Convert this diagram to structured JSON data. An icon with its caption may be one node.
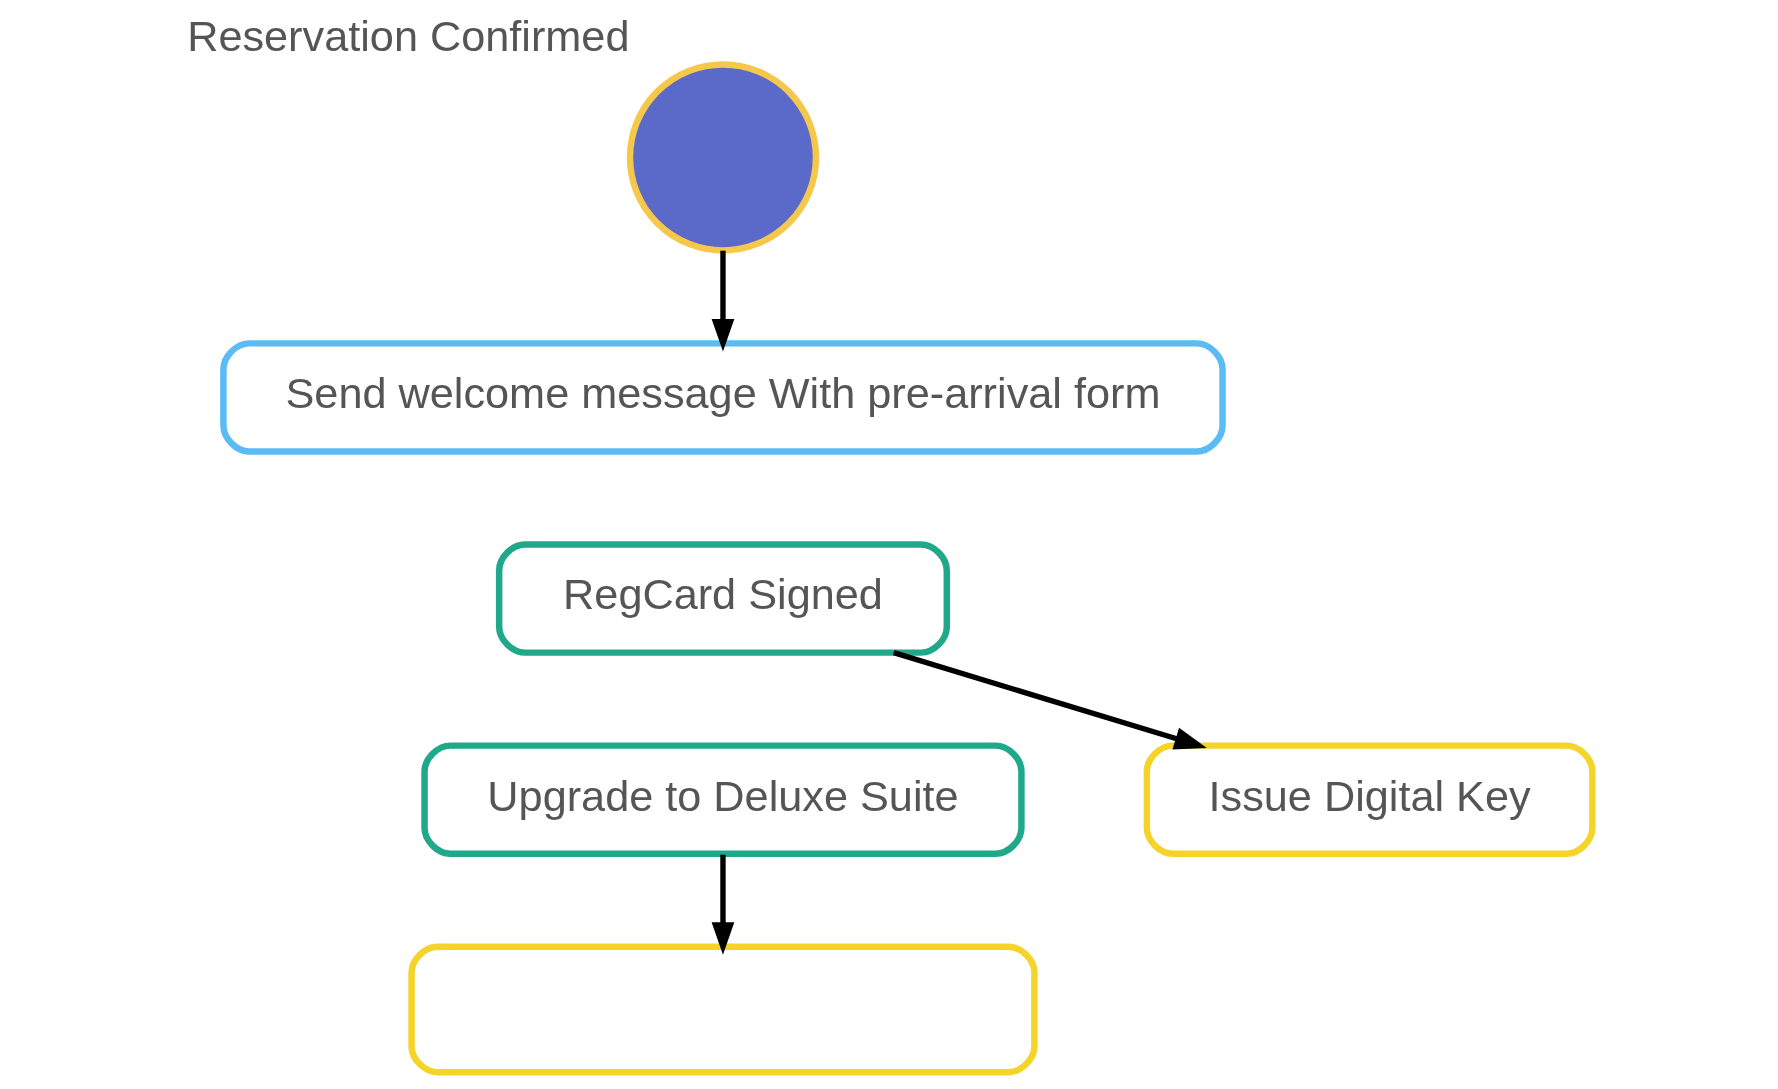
{
  "diagram": {
    "nodes": [
      {
        "text": [],
        "shape": "person",
        "beside": [
          "Reservation Confirmed"
        ]
      },
      {
        "text": [
          "Send welcome message With pre-arrival form"
        ]
      },
      {
        "text": [
          "RegCard Signed"
        ]
      },
      {
        "text": [
          "Upgrade to Deluxe Suite"
        ]
      },
      {
        "text": [
          "Issue Digital Key"
        ]
      },
      {
        "text": [],
        "shape": "box"
      }
    ],
    "edges": [
      {
        "from": 0,
        "to": 1,
        "arrow": "to"
      },
      {
        "from": 3,
        "to": 5,
        "arrow": "to"
      },
      {
        "from": 2,
        "to": 4,
        "arrow": "to"
      }
    ]
  }
}
